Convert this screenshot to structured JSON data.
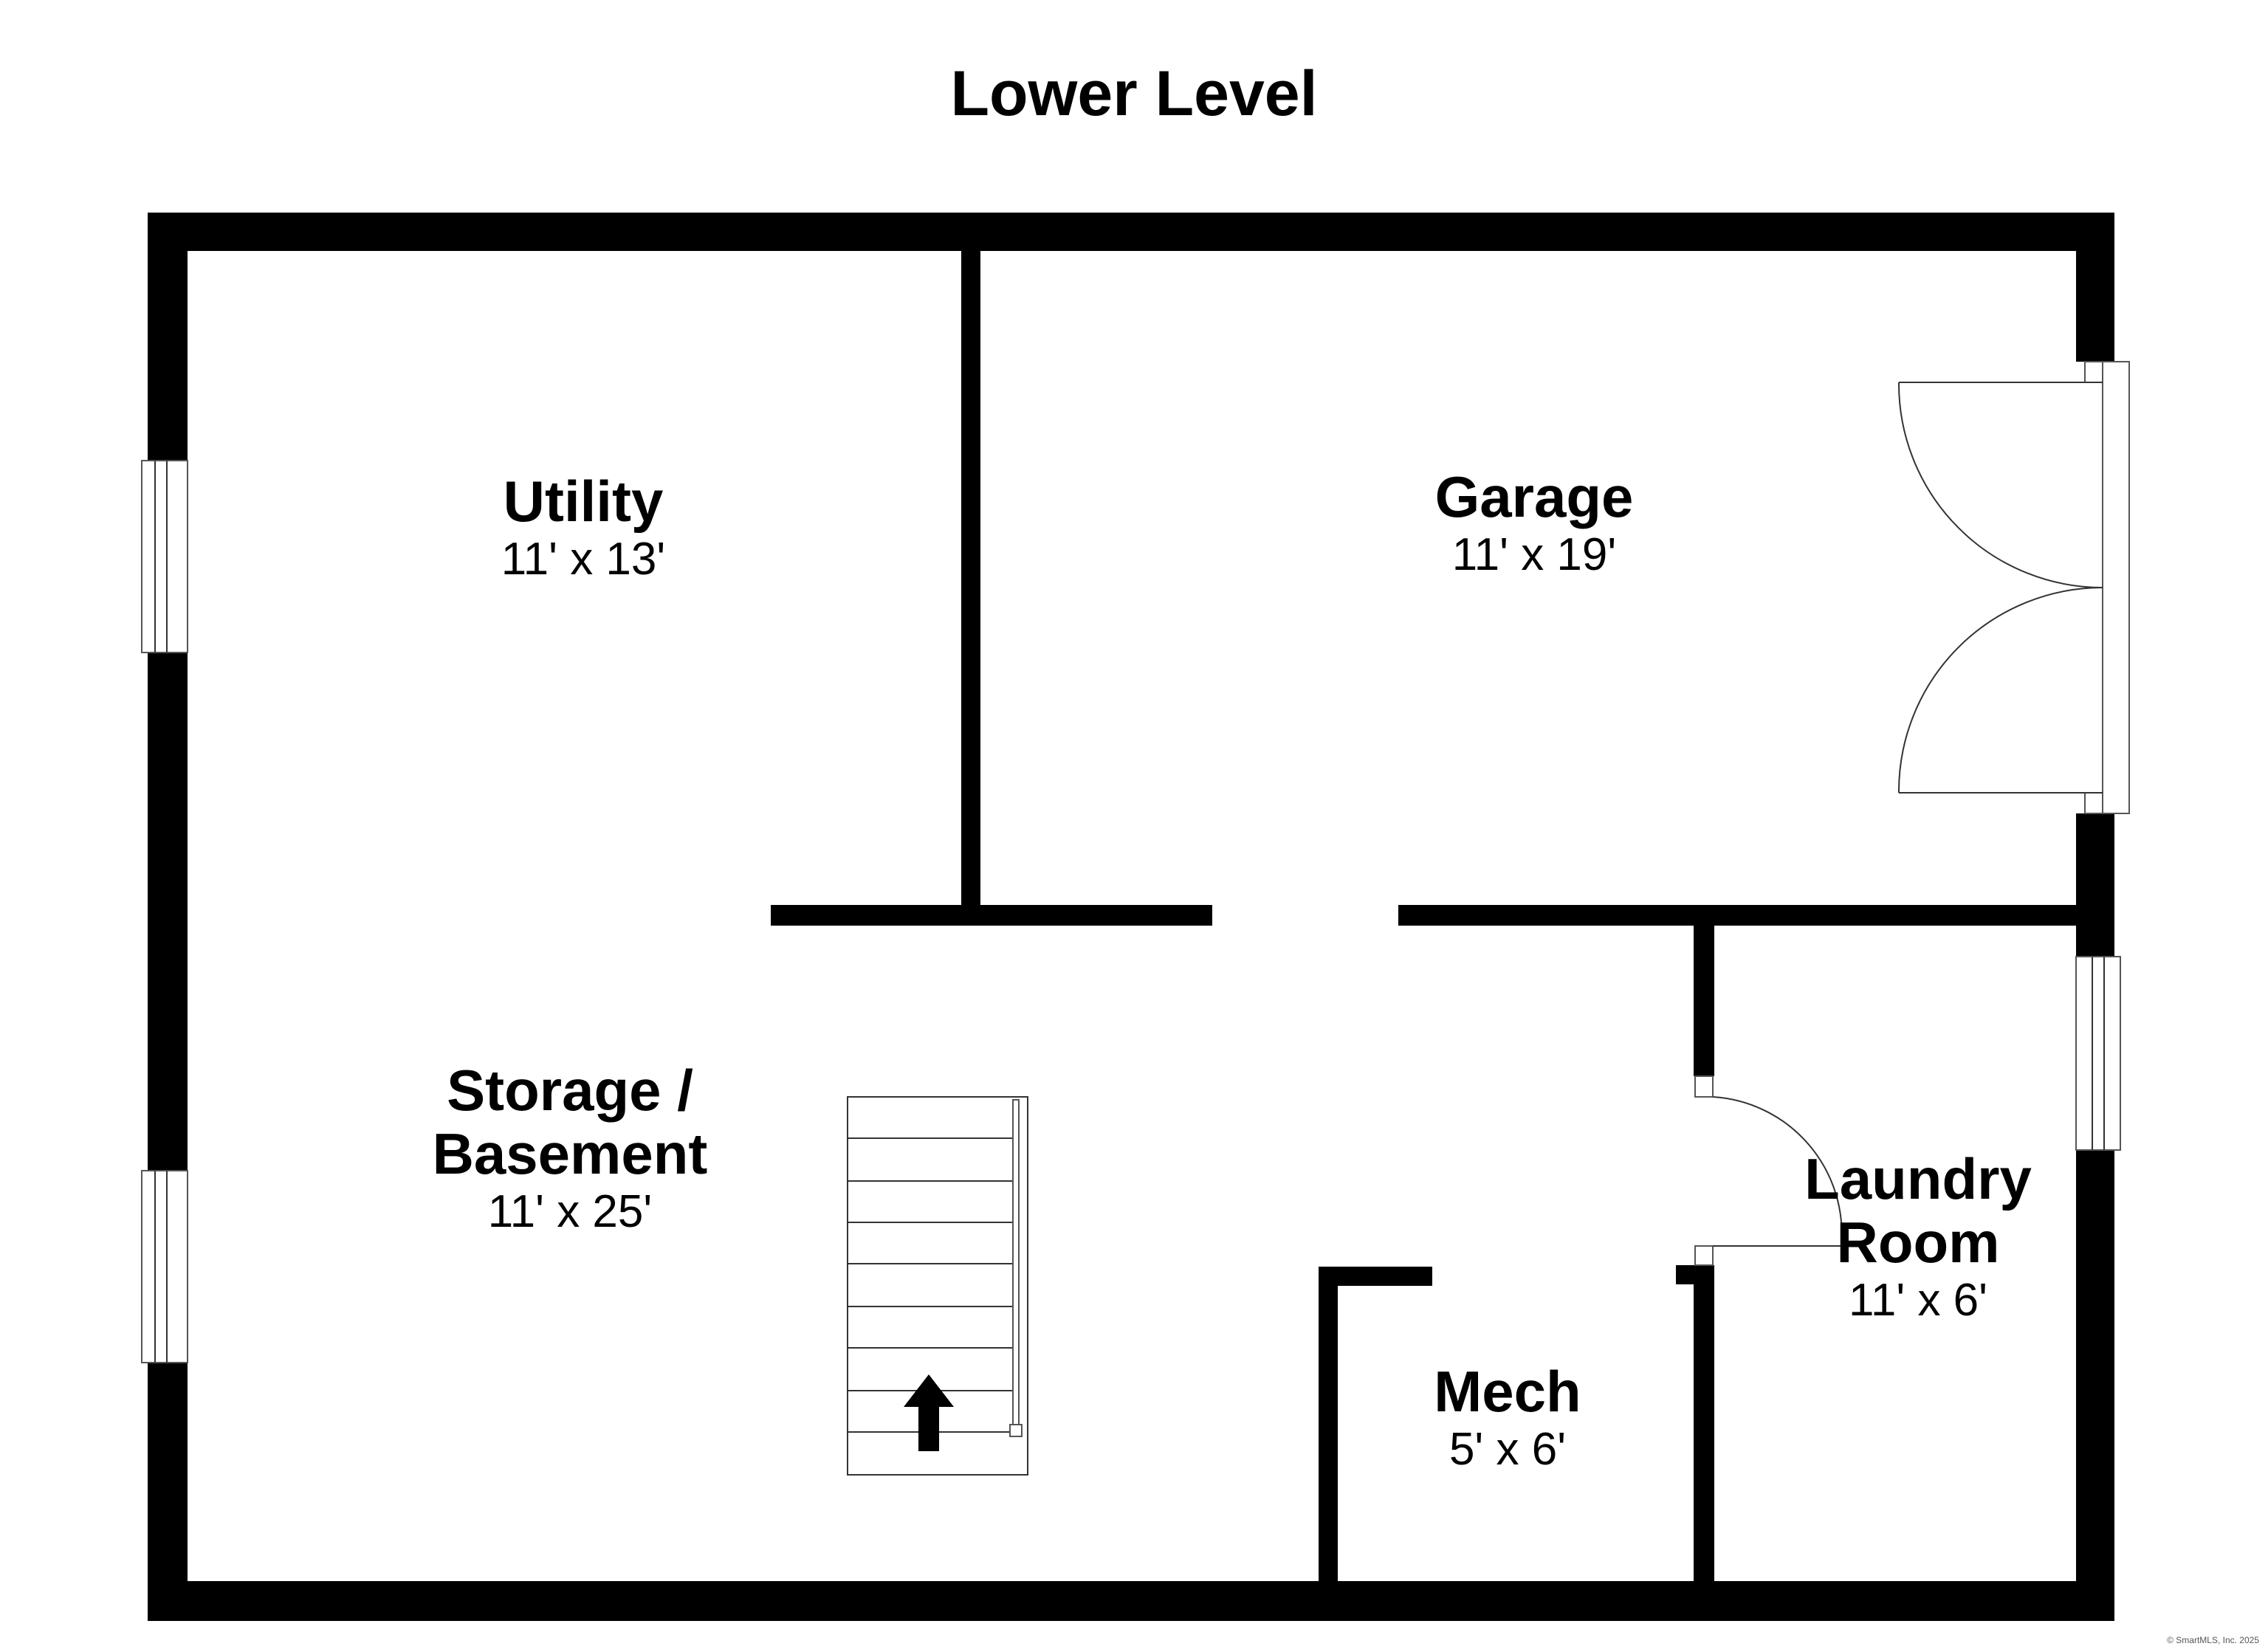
{
  "title": "Lower Level",
  "rooms": {
    "utility": {
      "name": "Utility",
      "dims": "11' x 13'"
    },
    "garage": {
      "name": "Garage",
      "dims": "11' x 19'"
    },
    "storage": {
      "name_line1": "Storage /",
      "name_line2": "Basement",
      "dims": "11' x 25'"
    },
    "laundry": {
      "name_line1": "Laundry",
      "name_line2": "Room",
      "dims": "11' x 6'"
    },
    "mech": {
      "name": "Mech",
      "dims": "5' x 6'"
    }
  },
  "copyright": "© SmartMLS, Inc. 2025",
  "icons": {
    "stairs_arrow": "up-arrow-icon"
  },
  "colors": {
    "wall": "#000000",
    "background": "#ffffff"
  }
}
